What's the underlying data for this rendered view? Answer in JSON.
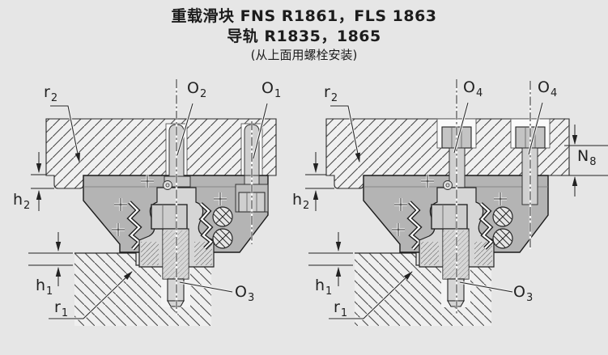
{
  "title": {
    "line1": "重载滑块 FNS R1861，FLS 1863",
    "line2": "导轨 R1835，1865",
    "line3": "(从上面用螺栓安装)"
  },
  "colors": {
    "background": "#e6e6e6",
    "hatch_line": "#4a4a4a",
    "hatch_bg": "#f0f0f0",
    "part_gray": "#b4b4b4",
    "rail_gray": "#d6d6d6",
    "screw_gray": "#d0d0d0",
    "outline": "#1a1a1a",
    "label_text": "#222222"
  },
  "diagram_left": {
    "name": "FNS/FLS runner block mounted from above, section view",
    "labels": {
      "r2": {
        "main": "r",
        "sub": "2"
      },
      "o2": {
        "main": "O",
        "sub": "2"
      },
      "o1": {
        "main": "O",
        "sub": "1"
      },
      "h2": {
        "main": "h",
        "sub": "2"
      },
      "h1": {
        "main": "h",
        "sub": "1"
      },
      "r1": {
        "main": "r",
        "sub": "1"
      },
      "o3": {
        "main": "O",
        "sub": "3"
      }
    }
  },
  "diagram_right": {
    "name": "Runner block with counterbored cap screws, section view",
    "labels": {
      "r2": {
        "main": "r",
        "sub": "2"
      },
      "o4a": {
        "main": "O",
        "sub": "4"
      },
      "o4b": {
        "main": "O",
        "sub": "4"
      },
      "h2": {
        "main": "h",
        "sub": "2"
      },
      "h1": {
        "main": "h",
        "sub": "1"
      },
      "r1": {
        "main": "r",
        "sub": "1"
      },
      "o3": {
        "main": "O",
        "sub": "3"
      },
      "n8": {
        "main": "N",
        "sub": "8"
      }
    }
  }
}
